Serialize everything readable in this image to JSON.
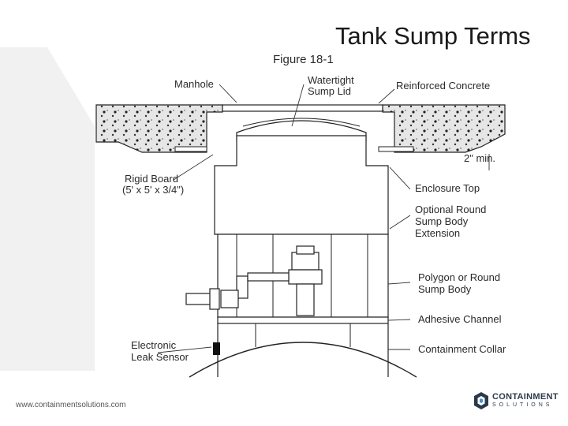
{
  "slide": {
    "title": "Tank Sump Terms",
    "footer_url": "www.containmentsolutions.com"
  },
  "figure": {
    "caption": "Figure 18-1",
    "labels": {
      "manhole": "Manhole",
      "watertight_1": "Watertight",
      "watertight_2": "Sump Lid",
      "reinforced_concrete": "Reinforced Concrete",
      "two_min": "2\" min.",
      "rigid_board_1": "Rigid Board",
      "rigid_board_2": "(5' x 5' x 3/4\")",
      "enclosure_top": "Enclosure Top",
      "optional_1": "Optional Round",
      "optional_2": "Sump Body",
      "optional_3": "Extension",
      "polygon_1": "Polygon or Round",
      "polygon_2": "Sump Body",
      "adhesive_channel": "Adhesive Channel",
      "leak_sensor_1": "Electronic",
      "leak_sensor_2": "Leak Sensor",
      "containment_collar": "Containment Collar"
    }
  },
  "logo": {
    "word1": "CONTAINMENT",
    "word2": "SOLUTIONS",
    "color": "#2b3a4a"
  },
  "colors": {
    "concrete": "#e6e6e6",
    "background_shape": "#f1f1f1",
    "line": "#222222"
  }
}
